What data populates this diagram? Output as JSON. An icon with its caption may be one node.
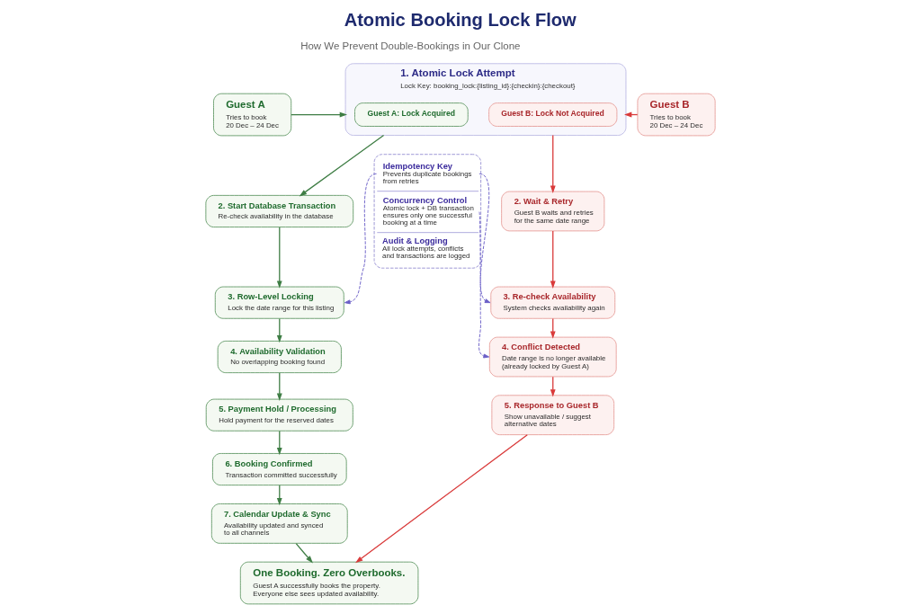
{
  "diagram": {
    "title": "Atomic Booking Lock Flow",
    "nodes": [
      {
        "text": [
          "Guest A",
          "Tries to book 20 Dec – 24 Dec"
        ]
      },
      {
        "text": [
          "1. Atomic Lock Attempt",
          "Lock Key: booking_lock:{listing_id}:{checkin}:{checkout}"
        ]
      },
      {
        "text": [
          "Guest A: Lock Acquired"
        ],
        "in": 1
      },
      {
        "text": [
          "Guest B: Lock Not Acquired"
        ],
        "in": 1
      },
      {
        "text": [
          "Guest B",
          "Tries to book 20 Dec – 24 Dec"
        ]
      },
      {
        "text": [
          "2. Start Database Transaction",
          "Re-check availability in the database"
        ]
      },
      {
        "text": [
          "3. Row-Level Locking",
          "Lock the date range for this listing"
        ]
      },
      {
        "text": [
          "4. Availability Validation",
          "No overlapping booking found"
        ]
      },
      {
        "text": [
          "5. Payment Hold / Processing",
          "Hold payment for the reserved dates"
        ]
      },
      {
        "text": [
          "6. Booking Confirmed",
          "Transaction committed successfully"
        ]
      },
      {
        "text": [
          "7. Calendar Update & Sync",
          "Availability updated and synced to all channels"
        ]
      },
      {
        "text": [
          "Idempotency Key",
          "Prevents duplicate bookings from retries",
          "Concurrency Control",
          "Atomic lock + DB transaction ensures only one successful booking at a time",
          "Audit & Logging",
          "All lock attempts, conflicts and transactions are logged"
        ]
      },
      {
        "text": [
          "2. Wait & Retry",
          "Guest B waits and retries for the same date range"
        ]
      },
      {
        "text": [
          "3. Re-check Availability",
          "System checks availability again"
        ]
      },
      {
        "text": [
          "4. Conflict Detected",
          "Date range is no longer available (already locked by Guest A)"
        ]
      },
      {
        "text": [
          "5. Response to Guest B",
          "Show unavailable / suggest alternative dates"
        ]
      },
      {
        "text": [
          "One Booking. Zero Overbooks.",
          "Guest A successfully books the property. Everyone else sees updated availability."
        ]
      }
    ],
    "edges": [
      {
        "from": 0,
        "to": 1,
        "arrow": "to"
      },
      {
        "from": 4,
        "to": 1,
        "arrow": "to",
        "color": "#d93a3a"
      },
      {
        "from": 1,
        "to": 5,
        "arrow": "to"
      },
      {
        "from": 1,
        "to": 12,
        "arrow": "to",
        "color": "#d93a3a"
      },
      {
        "from": 5,
        "to": 6,
        "arrow": "to"
      },
      {
        "from": 6,
        "to": 7,
        "arrow": "to"
      },
      {
        "from": 7,
        "to": 8,
        "arrow": "to"
      },
      {
        "from": 8,
        "to": 9,
        "arrow": "to"
      },
      {
        "from": 9,
        "to": 10,
        "arrow": "to"
      },
      {
        "from": 10,
        "to": 16,
        "arrow": "to"
      },
      {
        "from": 12,
        "to": 13,
        "arrow": "to",
        "color": "#d93a3a"
      },
      {
        "from": 13,
        "to": 14,
        "arrow": "to",
        "color": "#d93a3a"
      },
      {
        "from": 14,
        "to": 15,
        "arrow": "to",
        "color": "#d93a3a"
      },
      {
        "from": 15,
        "to": 16,
        "arrow": "to",
        "color": "#d93a3a"
      },
      {
        "from": 11,
        "to": 6,
        "arrow": "to",
        "style": "dashed",
        "color": "#6b5fc7"
      },
      {
        "from": 11,
        "to": 13,
        "arrow": "to",
        "style": "dashed",
        "color": "#6b5fc7"
      },
      {
        "from": 11,
        "to": 14,
        "arrow": "to",
        "style": "dashed",
        "color": "#6b5fc7"
      }
    ],
    "labels": [
      "How We Prevent Double-Bookings in Our Clone"
    ]
  }
}
